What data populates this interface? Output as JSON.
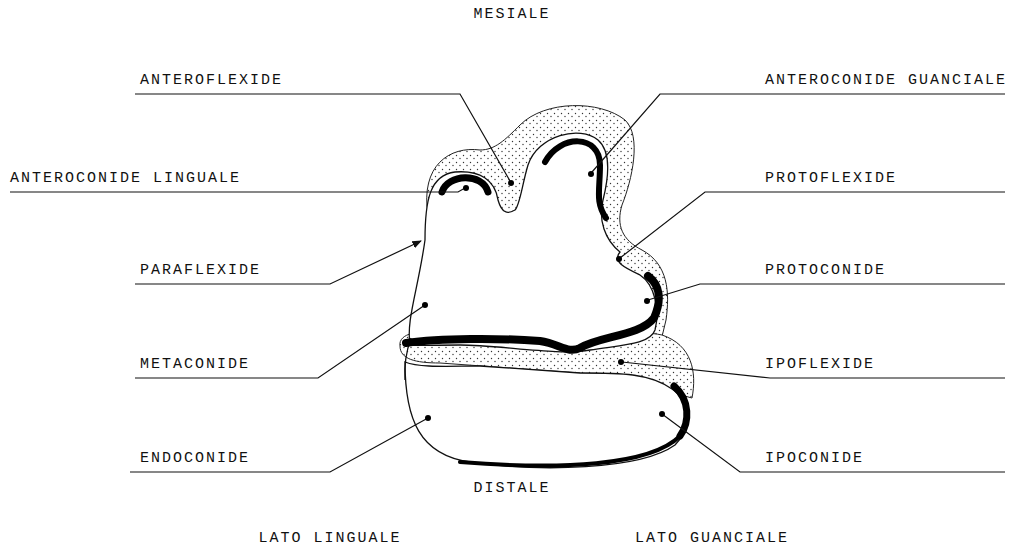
{
  "diagram": {
    "labels": [
      "MESIALE",
      "ANTEROFLEXIDE",
      "ANTEROCONIDE GUANCIALE",
      "ANTEROCONIDE LINGUALE",
      "PROTOFLEXIDE",
      "PARAFLEXIDE",
      "PROTOCONIDE",
      "METACONIDE",
      "IPOFLEXIDE",
      "ENDOCONIDE",
      "IPOCONIDE",
      "DISTALE",
      "LATO LINGUALE",
      "LATO GUANCIALE"
    ]
  }
}
